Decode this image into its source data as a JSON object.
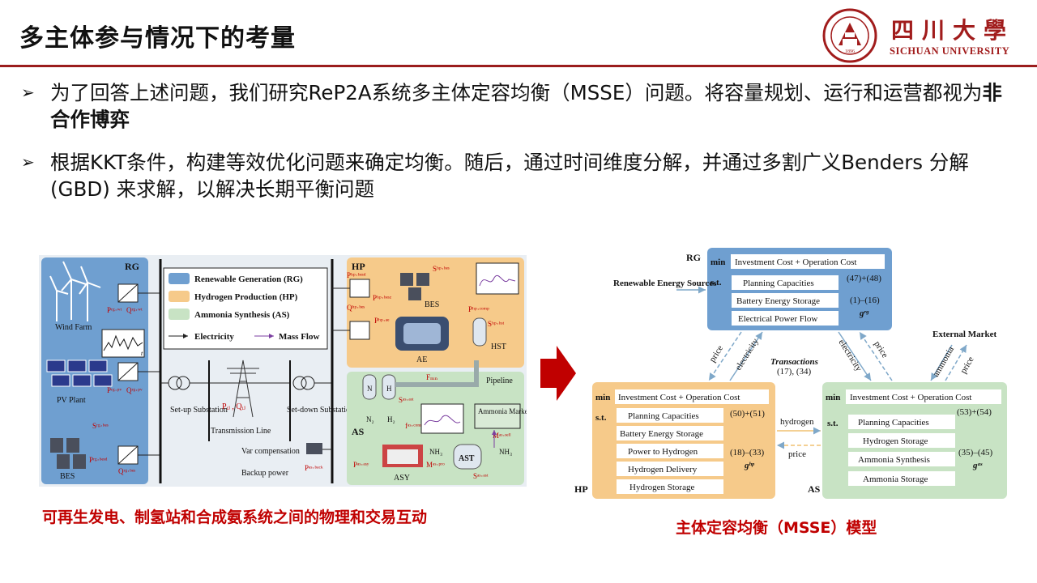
{
  "header": {
    "title": "多主体参与情况下的考量",
    "logo_cn": "四川大學",
    "logo_en": "SICHUAN UNIVERSITY",
    "seal_text": "四川大学 SICHUAN UNIVERSITY 1896"
  },
  "bullets": [
    {
      "text": "为了回答上述问题，我们研究ReP2A系统多主体定容均衡（MSSE）问题。将容量规划、运行和运营都视为",
      "bold": "非合作博弈"
    },
    {
      "text": "根据KKT条件，构建等效优化问题来确定均衡。随后，通过时间维度分解，并通过多割广义Benders 分解 (GBD) 来求解，以解决长期平衡问题"
    }
  ],
  "left_diagram": {
    "legend": [
      "Renewable Generation (RG)",
      "Hydrogen Production (HP)",
      "Ammonia Synthesis (AS)",
      "Electricity",
      "Mass Flow"
    ],
    "rg": {
      "label": "RG",
      "wind": "Wind Farm",
      "pv": "PV Plant",
      "bes": "BES"
    },
    "grid": {
      "setup": "Set-up Substation",
      "line": "Transmission Line",
      "setdown": "Set-down Substation",
      "var": "Var compensation",
      "backup": "Backup power"
    },
    "hp": {
      "label": "HP",
      "bes": "BES",
      "ae": "AE",
      "hst": "HST",
      "pipeline": "Pipeline"
    },
    "as": {
      "label": "AS",
      "asy": "ASY",
      "ast": "AST",
      "market": "Ammonia Market",
      "n": "N",
      "h": "H",
      "n2": "N₂",
      "h2": "H₂",
      "nh3": "NH₃"
    },
    "symbols": {
      "p_ij_q_ij": "Pᵢⱼ , Qᵢⱼ",
      "p_rg_wt": "Pʳᵍ·ʷᵗ",
      "q_rg_wt": "Qʳᵍ·ʷᵗ",
      "p_rg_pv": "Pʳᵍ·ᵖᵛ",
      "q_rg_pv": "Qʳᵍ·ᵖᵛ",
      "s_rg_bes": "Sʳᵍ·ᵇᵉˢ",
      "p_rg_besd": "Pʳᵍ·ᵇᵉˢᵈ",
      "q_rg_bes": "Qʳᵍ·ᵇᵉˢ",
      "s_hp_bes": "Sʰᵖ·ᵇᵉˢ",
      "p_hp_besd": "Pʰᵖ·ᵇᵉˢᵈ",
      "q_hp_bes": "Qʰᵖ·ᵇᵉˢ",
      "p_hp_besz": "Pʰᵖ·ᵇᵉˢᶻ",
      "p_hp_ae": "Pʰᵖ·ᵃᵉ",
      "p_hp_comp": "Pʰᵖ·ᶜᵒᵐᵖ",
      "s_hp_hst": "Sʰᵖ·ʰˢᵗ",
      "f_mn": "Fₘₙ",
      "s_as_ast_h": "Sᵃˢ·ᵃˢᵗ",
      "f_as_cons": "fᵃˢ·ᶜᵒⁿˢ",
      "p_as_asy": "Pᵃˢ·ᵃˢʸ",
      "m_as_pro": "Mᵃˢ·ᵖʳᵒ",
      "s_as_ast": "Sᵃˢ·ᵃˢᵗ",
      "m_as_sell": "Mᵃˢ·ˢᵉˡˡ",
      "p_as_back": "Pᵃˢ·ᵇᵃᶜᵏ",
      "t": "t"
    }
  },
  "right_diagram": {
    "rg": {
      "tag": "RG",
      "min": "min",
      "objective": "Investment Cost + Operation Cost",
      "st": "s.t.",
      "items": [
        "Planning Capacities",
        "Battery Energy Storage",
        "Electrical Power Flow"
      ],
      "eqs": [
        "(47)+(48)",
        "(1)–(16)"
      ],
      "g": "gʳᵍ"
    },
    "renewable": "Renewable Energy Sources",
    "external_market": "External Market",
    "hp": {
      "tag": "HP",
      "min": "min",
      "objective": "Investment Cost + Operation Cost",
      "st": "s.t.",
      "items": [
        "Planning Capacities",
        "Battery Energy Storage",
        "Power to Hydrogen",
        "Hydrogen Delivery",
        "Hydrogen Storage"
      ],
      "eqs": [
        "(50)+(51)",
        "(18)–(33)"
      ],
      "g": "gʰᵖ"
    },
    "as": {
      "tag": "AS",
      "min": "min",
      "objective": "Investment Cost + Operation Cost",
      "st": "s.t.",
      "items": [
        "Planning Capacities",
        "Hydrogen Storage",
        "Ammonia Synthesis",
        "Ammonia Storage"
      ],
      "eqs": [
        "(53)+(54)",
        "(35)–(45)"
      ],
      "g": "gᵃˢ"
    },
    "transactions": "Transactions",
    "transactions_eqs": "(17), (34)",
    "links": {
      "price": "price",
      "electricity": "electricity",
      "hydrogen": "hydrogen",
      "ammonia": "ammonia"
    }
  },
  "captions": {
    "left": "可再生发电、制氢站和合成氨系统之间的物理和交易互动",
    "right": "主体定容均衡（MSSE）模型"
  },
  "colors": {
    "accent": "#9b1d1d",
    "caption": "#c00000",
    "rg_blue": "#6f9fd0",
    "hp_orange": "#f6ca8a",
    "as_green": "#c8e3c4"
  }
}
